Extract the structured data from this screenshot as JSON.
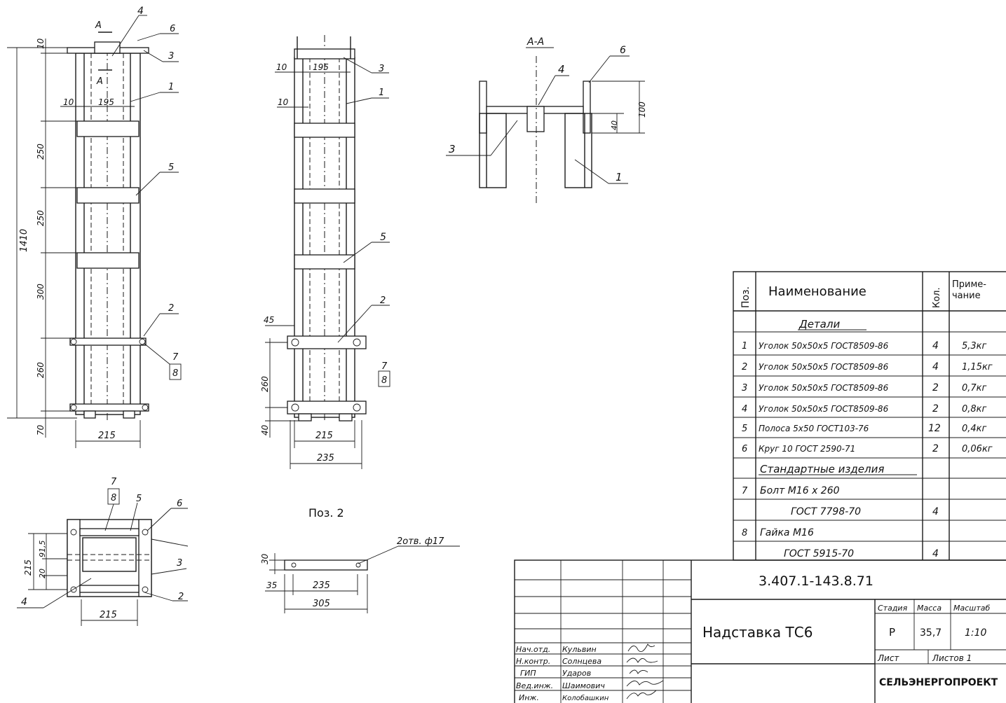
{
  "drawing": {
    "elevation_1": {
      "dims": {
        "total": "1410",
        "top_gap": "10",
        "s1": "250",
        "s2": "250",
        "s3": "300",
        "s4": "260",
        "bottom": "70",
        "offset": "10",
        "inner": "195",
        "width": "215"
      },
      "pos": {
        "p1": "1",
        "p2": "2",
        "p3": "3",
        "p4": "4",
        "p5": "5",
        "p6": "6",
        "p7": "7",
        "p8": "8"
      },
      "section_mark": "A"
    },
    "elevation_2": {
      "dims": {
        "o1": "10",
        "inner": "195",
        "o2": "10",
        "d45": "45",
        "d260": "260",
        "d40": "40",
        "w215": "215",
        "w235": "235"
      },
      "pos": {
        "p1": "1",
        "p2": "2",
        "p3": "3",
        "p5": "5",
        "p7": "7",
        "p8": "8"
      }
    },
    "section": {
      "title": "А-А",
      "dims": {
        "h100": "100",
        "h40": "40"
      },
      "pos": {
        "p1": "1",
        "p3": "3",
        "p4": "4",
        "p6": "6"
      }
    },
    "plan": {
      "dims": {
        "d215": "215",
        "d91": "91,5",
        "d20": "20",
        "w215": "215"
      },
      "pos": {
        "p2": "2",
        "p3": "3",
        "p4": "4",
        "p5": "5",
        "p6": "6",
        "p7": "7",
        "p8": "8"
      }
    },
    "pos2": {
      "title": "Поз. 2",
      "holes": "2отв. ф17",
      "dims": {
        "d30": "30",
        "d35": "35",
        "d235": "235",
        "d305": "305"
      }
    }
  },
  "spec": {
    "headers": {
      "pos": "Поз.",
      "name": "Наименование",
      "qty": "Кол.",
      "note": "Приме-\nчание"
    },
    "section_details": "Детали",
    "section_std": "Стандартные изделия",
    "rows": [
      {
        "pos": "1",
        "name": "Уголок 50х50х5 ГОСТ8509-86",
        "qty": "4",
        "note": "5,3кг"
      },
      {
        "pos": "2",
        "name": "Уголок 50х50х5 ГОСТ8509-86",
        "qty": "4",
        "note": "1,15кг"
      },
      {
        "pos": "3",
        "name": "Уголок 50х50х5 ГОСТ8509-86",
        "qty": "2",
        "note": "0,7кг"
      },
      {
        "pos": "4",
        "name": "Уголок 50х50х5 ГОСТ8509-86",
        "qty": "2",
        "note": "0,8кг"
      },
      {
        "pos": "5",
        "name": "Полоса 5х50 ГОСТ103-76",
        "qty": "12",
        "note": "0,4кг"
      },
      {
        "pos": "6",
        "name": "Круг 10 ГОСТ 2590-71",
        "qty": "2",
        "note": "0,06кг"
      }
    ],
    "std_rows": [
      {
        "pos": "7",
        "name": "Болт М16 х 260",
        "qty": "",
        "note": ""
      },
      {
        "pos": "",
        "name": "ГОСТ 7798-70",
        "qty": "4",
        "note": ""
      },
      {
        "pos": "8",
        "name": "Гайка М16",
        "qty": "",
        "note": ""
      },
      {
        "pos": "",
        "name": "ГОСТ 5915-70",
        "qty": "4",
        "note": ""
      }
    ]
  },
  "title_block": {
    "code": "3.407.1-143.8.71",
    "name": "Надставка ТС6",
    "stage_label": "Стадия",
    "mass_label": "Масса",
    "scale_label": "Масштаб",
    "stage": "Р",
    "mass": "35,7",
    "scale": "1:10",
    "sheet_label": "Лист",
    "sheets_label": "Листов 1",
    "org": "СЕЛЬЭНЕРГОПРОЕКТ",
    "staff": [
      {
        "role": "Нач.отд.",
        "name": "Кульвин"
      },
      {
        "role": "Н.контр.",
        "name": "Солнцева"
      },
      {
        "role": "ГИП",
        "name": "Ударов"
      },
      {
        "role": "Вед.инж.",
        "name": "Шаимович"
      },
      {
        "role": "Инж.",
        "name": "Колобашкин"
      }
    ]
  }
}
